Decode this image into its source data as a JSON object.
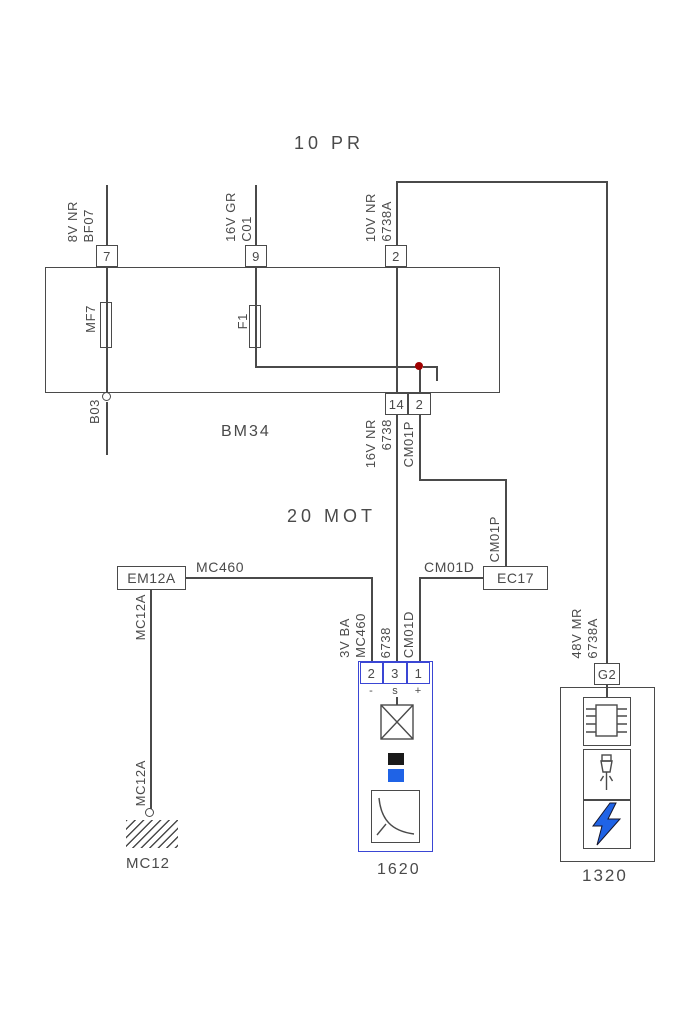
{
  "colors": {
    "line": "#4a4a4a",
    "text": "#4a4a4a",
    "blue": "#3a46d4",
    "icon_blue": "#1f63e6",
    "red": "#a00000"
  },
  "titles": {
    "section_top": "10 PR",
    "section_mid": "20 MOT"
  },
  "bm34": {
    "label": "BM34",
    "top_pins": {
      "p7": "7",
      "p9": "9",
      "p2": "2"
    },
    "bottom_pins": {
      "p14": "14",
      "p2": "2"
    },
    "fuses": {
      "mf7": "MF7",
      "f1": "F1"
    }
  },
  "wire_labels": {
    "w7_gauge": "8V NR",
    "w7_dest": "BF07",
    "w9_gauge": "16V GR",
    "w9_dest": "C01",
    "w2_gauge": "10V NR",
    "w2_net": "6738A",
    "b03": "B03",
    "w14_gauge": "16V NR",
    "w14_net": "6738",
    "cm01p_upper": "CM01P",
    "cm01p_lower": "CM01P",
    "cm01d_horizontal": "CM01D",
    "mc460_horizontal": "MC460",
    "mc12a_upper": "MC12A",
    "mc12a_lower": "MC12A",
    "w1620_gauge": "3V BA",
    "w1620_mc460": "MC460",
    "w1620_6738": "6738",
    "w1620_cm01d": "CM01D",
    "w1320_gauge": "48V MR",
    "w1320_net": "6738A"
  },
  "connectors": {
    "ec17": "EC17",
    "em12a": "EM12A"
  },
  "ground": {
    "label": "MC12"
  },
  "comp1620": {
    "label": "1620",
    "pins": {
      "p2": "2",
      "p3": "3",
      "p1": "1"
    },
    "marks": {
      "minus": "-",
      "s": "s",
      "plus": "+"
    }
  },
  "comp1320": {
    "label": "1320",
    "pin_g2": "G2"
  }
}
